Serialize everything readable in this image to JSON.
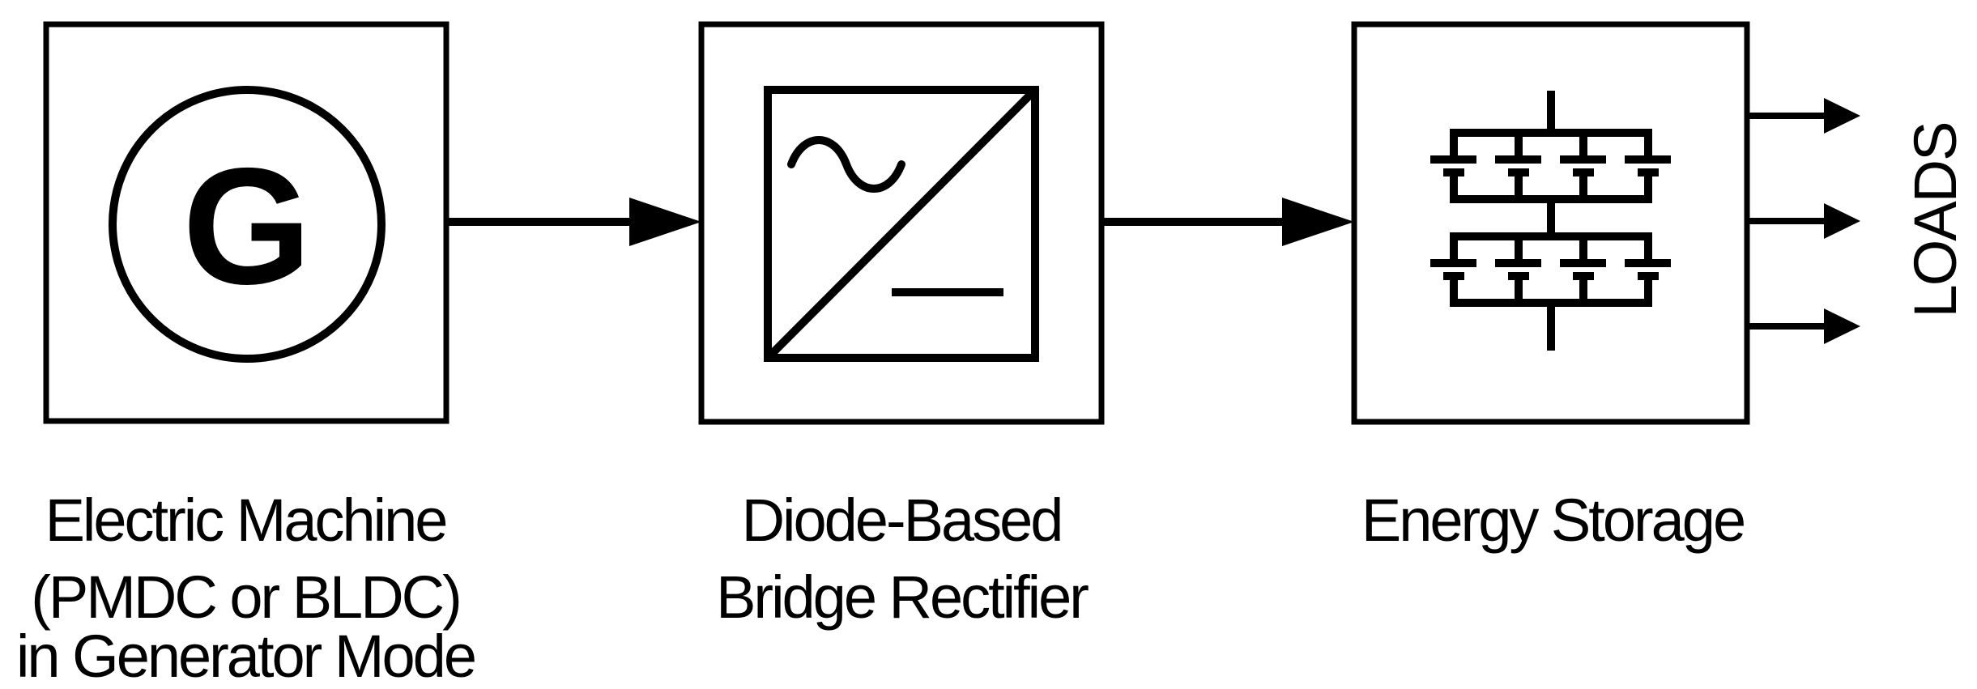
{
  "diagram": {
    "background_color": "#ffffff",
    "line_color": "#000000",
    "blocks": [
      {
        "name": "electric-machine",
        "symbol_letter": "G",
        "label_lines": [
          "Electric Machine",
          "(PMDC or BLDC)",
          "in Generator Mode"
        ]
      },
      {
        "name": "diode-bridge-rectifier",
        "label_lines": [
          "Diode-Based",
          "Bridge Rectifier"
        ]
      },
      {
        "name": "energy-storage",
        "label_lines": [
          "Energy Storage"
        ]
      }
    ],
    "loads_label": "LOADS"
  }
}
